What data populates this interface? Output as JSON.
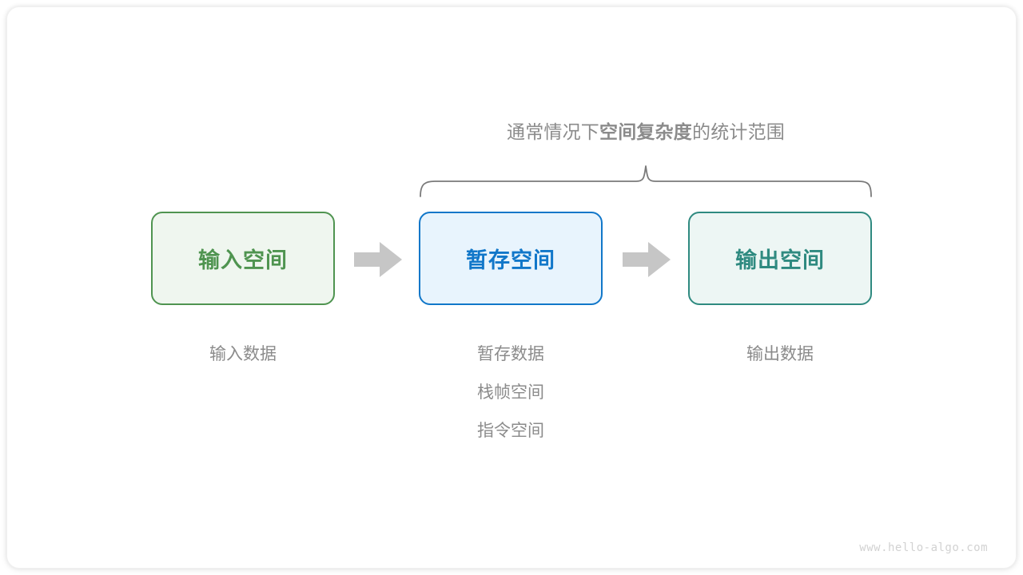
{
  "diagram": {
    "scope_label": {
      "prefix": "通常情况下",
      "emphasis": "空间复杂度",
      "suffix": "的统计范围"
    },
    "brace": {
      "name": "curly-brace",
      "color": "#7a7a7a",
      "spans": [
        "暂存空间",
        "输出空间"
      ]
    },
    "boxes": [
      {
        "id": "input",
        "label": "输入空间",
        "border_color": "#4f9450",
        "fill_color": "#eff6ef",
        "text_color": "#4f9450"
      },
      {
        "id": "temp",
        "label": "暂存空间",
        "border_color": "#1177c9",
        "fill_color": "#e8f4fd",
        "text_color": "#1177c9"
      },
      {
        "id": "output",
        "label": "输出空间",
        "border_color": "#2f8a80",
        "fill_color": "#edf6f4",
        "text_color": "#2f8a80"
      }
    ],
    "arrows": [
      {
        "id": "arrow-1",
        "icon": "right-arrow-icon",
        "color": "#c6c6c6"
      },
      {
        "id": "arrow-2",
        "icon": "right-arrow-icon",
        "color": "#c6c6c6"
      }
    ],
    "captions": {
      "input": [
        "输入数据"
      ],
      "temp": [
        "暂存数据",
        "栈帧空间",
        "指令空间"
      ],
      "output": [
        "输出数据"
      ]
    },
    "caption_color": "#8b8b8b"
  },
  "watermark": "www.hello-algo.com"
}
